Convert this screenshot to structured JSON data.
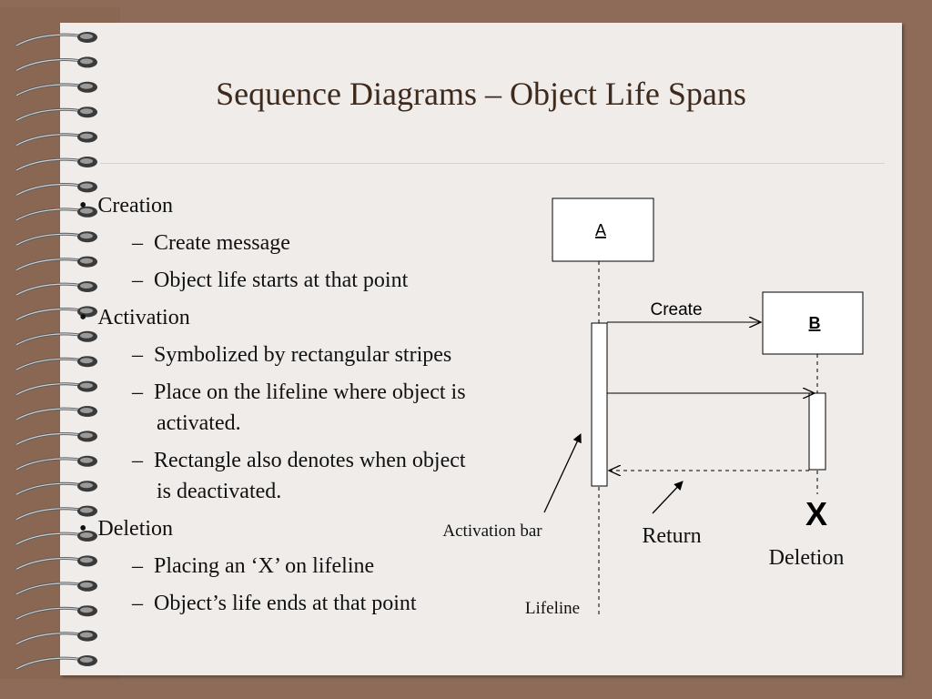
{
  "slide": {
    "title": "Sequence Diagrams – Object Life Spans"
  },
  "bullets": {
    "creation": "Creation",
    "create_message": "Create message",
    "life_starts": "Object life starts at that point",
    "activation": "Activation",
    "symbolized": "Symbolized by rectangular stripes",
    "place_line1": "Place on the lifeline where object is",
    "place_line2": "activated.",
    "rect_line1": "Rectangle also denotes when object",
    "rect_line2": "is deactivated.",
    "deletion": "Deletion",
    "placing_x": "Placing an ‘X’ on lifeline",
    "life_ends": "Object’s life ends at that point"
  },
  "diagram": {
    "object_a": "A",
    "object_b": "B",
    "create_label": "Create",
    "activation_bar_label": "Activation bar",
    "return_label": "Return",
    "deletion_mark": "X",
    "deletion_label": "Deletion",
    "lifeline_label": "Lifeline"
  },
  "colors": {
    "background": "#8d6b58",
    "page": "#efecea",
    "title": "#3d2a1d"
  }
}
